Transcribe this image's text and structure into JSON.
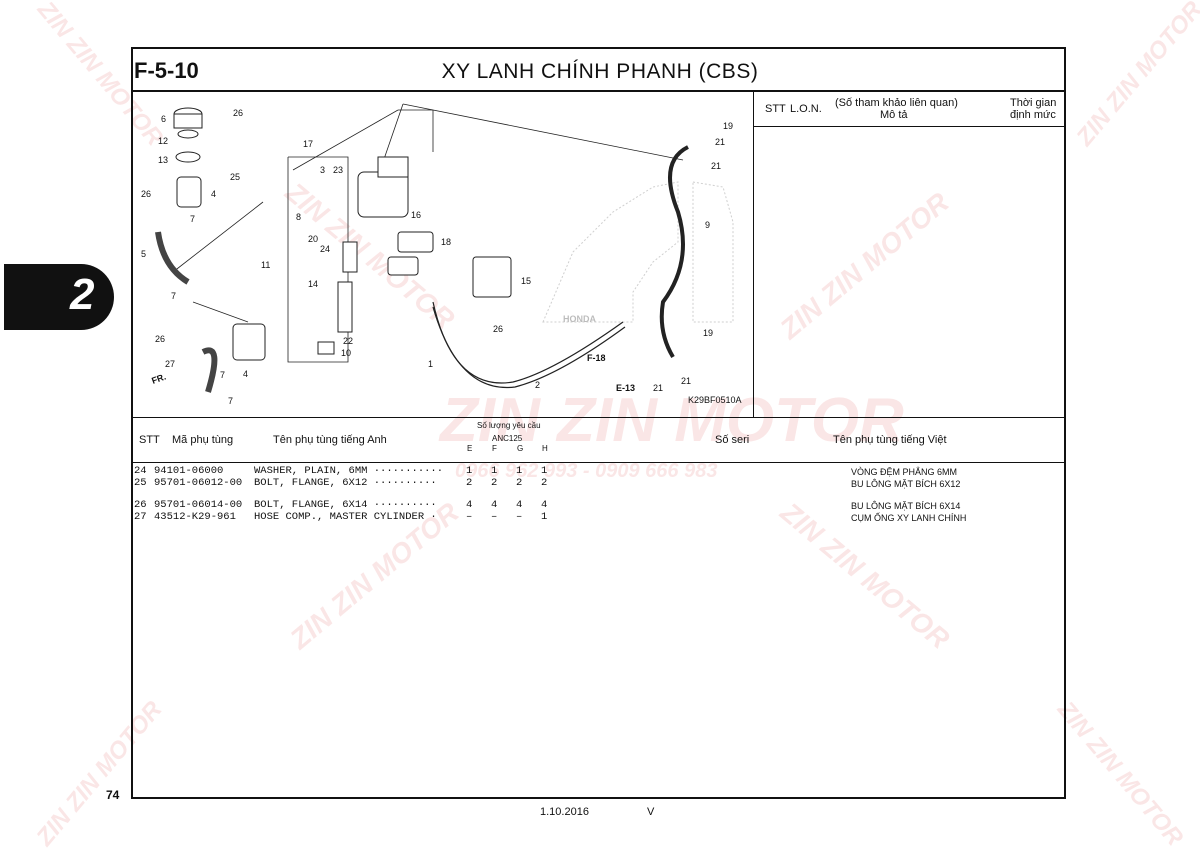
{
  "header": {
    "code": "F-5-10",
    "title": "XY LANH CHÍNH PHANH (CBS)"
  },
  "right_panel": {
    "stt": "STT",
    "lon": "L.O.N.",
    "ref_line1": "(Số tham khảo liên quan)",
    "ref_line2": "Mô tả",
    "time_line1": "Thời gian",
    "time_line2": "định mức"
  },
  "diagram": {
    "ref_code": "K29BF0510A",
    "fr_label": "FR.",
    "refs": [
      "F-18",
      "E-13"
    ],
    "part_labels": [
      "1",
      "2",
      "3",
      "4",
      "5",
      "6",
      "7",
      "8",
      "9",
      "10",
      "11",
      "12",
      "13",
      "14",
      "15",
      "16",
      "17",
      "18",
      "19",
      "20",
      "21",
      "22",
      "23",
      "24",
      "25",
      "26",
      "27"
    ]
  },
  "table": {
    "headers": {
      "stt": "STT",
      "part_no": "Mã phụ tùng",
      "name_en": "Tên phụ tùng tiếng Anh",
      "qty_label": "Số lượng yêu cầu",
      "model": "ANC125",
      "cols": [
        "E",
        "F",
        "G",
        "H"
      ],
      "serial": "Số seri",
      "name_vi": "Tên phụ tùng tiếng Việt"
    },
    "rows": [
      {
        "stt": "24",
        "part_no": "94101-06000",
        "name_en": "WASHER, PLAIN, 6MM ···········",
        "qty": [
          "1",
          "1",
          "1",
          "1"
        ],
        "name_vi": "VÒNG ĐỆM PHẲNG 6MM"
      },
      {
        "stt": "25",
        "part_no": "95701-06012-00",
        "name_en": "BOLT, FLANGE, 6X12 ··········",
        "qty": [
          "2",
          "2",
          "2",
          "2"
        ],
        "name_vi": "BU LÔNG MẶT BÍCH 6X12"
      },
      {
        "stt": "26",
        "part_no": "95701-06014-00",
        "name_en": "BOLT, FLANGE, 6X14 ··········",
        "qty": [
          "4",
          "4",
          "4",
          "4"
        ],
        "name_vi": "BU LÔNG MẶT BÍCH 6X14"
      },
      {
        "stt": "27",
        "part_no": "43512-K29-961",
        "name_en": "HOSE COMP., MASTER CYLINDER ·",
        "qty": [
          "–",
          "–",
          "–",
          "1"
        ],
        "name_vi": "CỤM ỐNG XY LANH CHÍNH"
      }
    ]
  },
  "chapter": "2",
  "footer": {
    "page": "74",
    "date": "1.10.2016",
    "version": "V"
  },
  "watermark": {
    "brand": "ZIN ZIN MOTOR",
    "phone": "0966 962 993 - 0909 666 983"
  }
}
